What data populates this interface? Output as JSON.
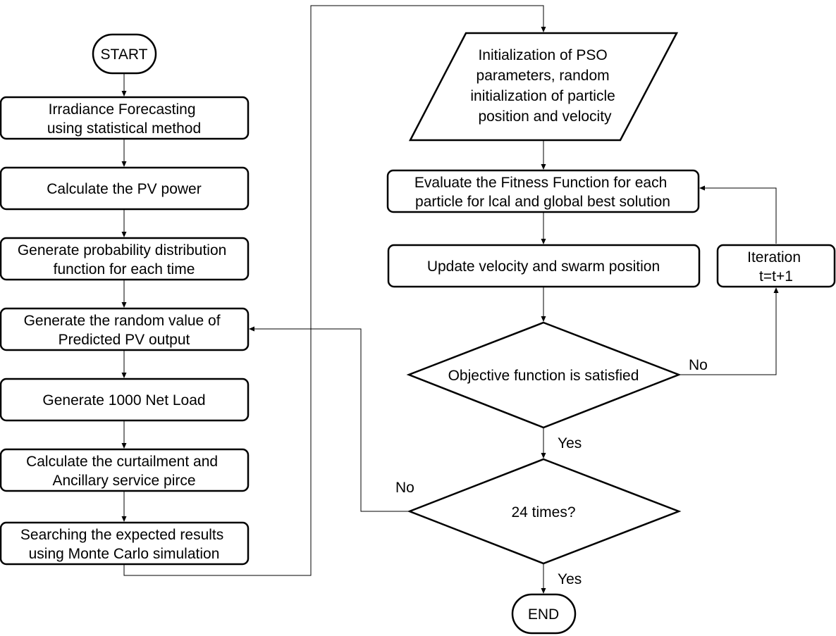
{
  "nodes": {
    "start": {
      "lines": [
        "START"
      ]
    },
    "forecast": {
      "lines": [
        "Irradiance Forecasting",
        "using statistical method"
      ]
    },
    "pv_power": {
      "lines": [
        "Calculate the PV power"
      ]
    },
    "pdf": {
      "lines": [
        "Generate probability distribution",
        "function for each time"
      ]
    },
    "random_value": {
      "lines": [
        "Generate the random value of",
        "Predicted PV output"
      ]
    },
    "net_load": {
      "lines": [
        "Generate 1000 Net Load"
      ]
    },
    "curtailment": {
      "lines": [
        "Calculate the curtailment and",
        "Ancillary service pirce"
      ]
    },
    "monte_carlo": {
      "lines": [
        "Searching the expected results",
        "using Monte Carlo simulation"
      ]
    },
    "pso_init": {
      "lines": [
        "Initialization of PSO",
        "parameters, random",
        "initialization of particle",
        "position and velocity"
      ]
    },
    "fitness": {
      "lines": [
        "Evaluate the Fitness Function for each",
        "particle for lcal and global best solution"
      ]
    },
    "update": {
      "lines": [
        "Update velocity and swarm position"
      ]
    },
    "iteration": {
      "lines": [
        "Iteration",
        "t=t+1"
      ]
    },
    "objective": {
      "lines": [
        "Objective function is satisfied"
      ]
    },
    "times24": {
      "lines": [
        "24 times?"
      ]
    },
    "end": {
      "lines": [
        "END"
      ]
    }
  },
  "edge_labels": {
    "objective_no": "No",
    "objective_yes": "Yes",
    "times24_no": "No",
    "times24_yes": "Yes"
  },
  "colors": {
    "stroke": "#000000",
    "fill": "#ffffff",
    "text": "#000000"
  }
}
